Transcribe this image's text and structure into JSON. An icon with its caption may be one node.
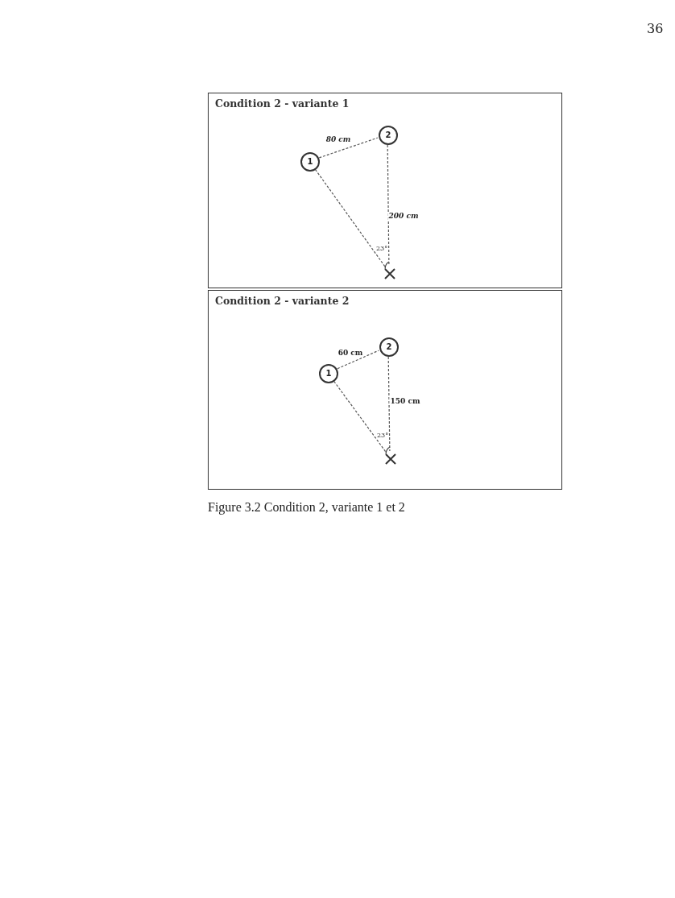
{
  "diagram": {
    "caption": "Figure 3.2 Condition 2, variante 1 et 2",
    "nodes": [
      {
        "text": [
          "Condition 2 - variante 1"
        ]
      },
      {
        "text": [
          "1"
        ],
        "in": 0
      },
      {
        "text": [
          "2"
        ],
        "in": 0
      },
      {
        "text": [],
        "shape": "cross",
        "in": 0
      },
      {
        "text": [
          "Condition 2 - variante 2"
        ]
      },
      {
        "text": [
          "1"
        ],
        "in": 4
      },
      {
        "text": [
          "2"
        ],
        "in": 4
      },
      {
        "text": [],
        "shape": "cross",
        "in": 4
      }
    ],
    "edges": [
      {
        "from": 1,
        "to": 2,
        "arrow": "none",
        "style": "dashed",
        "label": "80 cm"
      },
      {
        "from": 2,
        "to": 3,
        "arrow": "none",
        "style": "dashed",
        "label": "200 cm"
      },
      {
        "from": 1,
        "to": 3,
        "arrow": "none",
        "style": "dashed"
      },
      {
        "from": 5,
        "to": 6,
        "arrow": "none",
        "style": "dashed",
        "label": "60 cm"
      },
      {
        "from": 6,
        "to": 7,
        "arrow": "none",
        "style": "dashed",
        "label": "150 cm"
      },
      {
        "from": 5,
        "to": 7,
        "arrow": "none",
        "style": "dashed"
      }
    ],
    "labels": [
      "36",
      "23°",
      "23°"
    ]
  }
}
